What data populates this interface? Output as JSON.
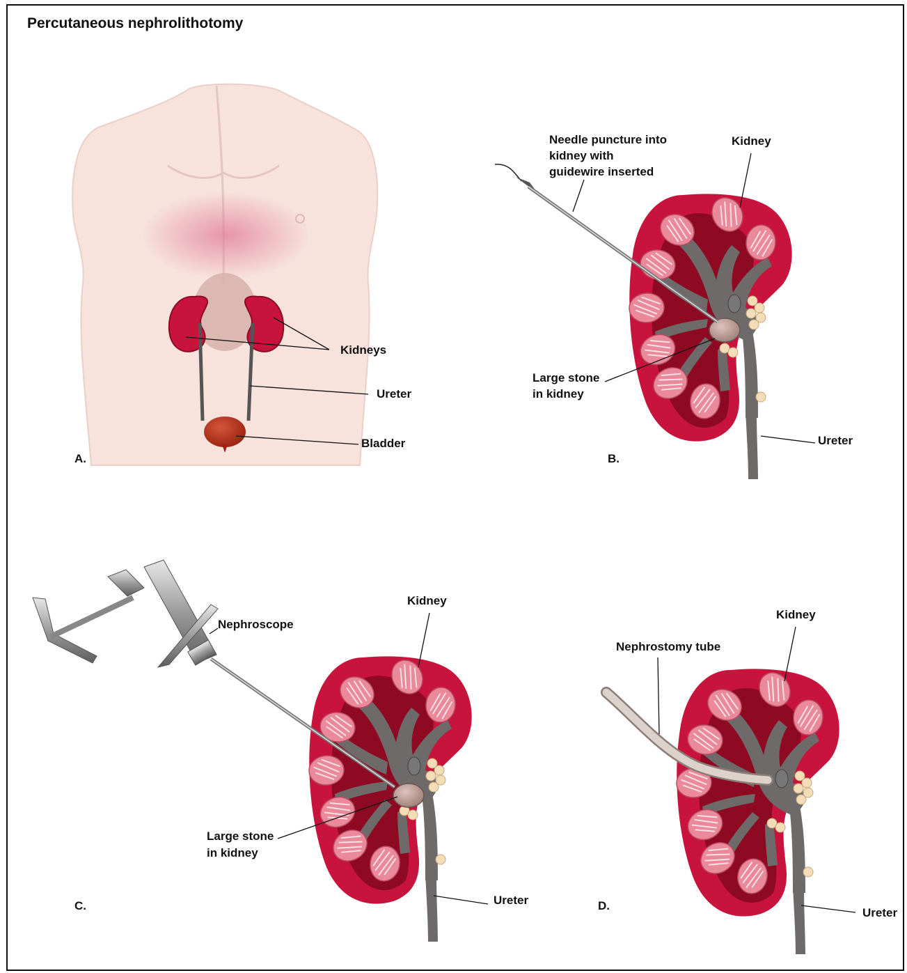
{
  "title": "Percutaneous nephrolithotomy",
  "panels": {
    "a": {
      "letter": "A.",
      "labels": {
        "kidneys": "Kidneys",
        "ureter": "Ureter",
        "bladder": "Bladder"
      }
    },
    "b": {
      "letter": "B.",
      "labels": {
        "needle_line1": "Needle puncture into",
        "needle_line2": "kidney with",
        "needle_line3": "guidewire inserted",
        "kidney": "Kidney",
        "stone_line1": "Large stone",
        "stone_line2": "in kidney",
        "ureter": "Ureter"
      }
    },
    "c": {
      "letter": "C.",
      "labels": {
        "nephroscope": "Nephroscope",
        "kidney": "Kidney",
        "stone_line1": "Large stone",
        "stone_line2": "in kidney",
        "ureter": "Ureter"
      }
    },
    "d": {
      "letter": "D.",
      "labels": {
        "tube": "Nephrostomy tube",
        "kidney": "Kidney",
        "ureter": "Ureter"
      }
    }
  },
  "colors": {
    "kidney": "#c8143c",
    "kidney_dark": "#8e0a22",
    "pyramid": "#e9899a",
    "collecting": "#6e6a6a",
    "fat": "#f3ddb8",
    "skin": "#f7e2dc",
    "instrument": "#a8a8a8"
  }
}
